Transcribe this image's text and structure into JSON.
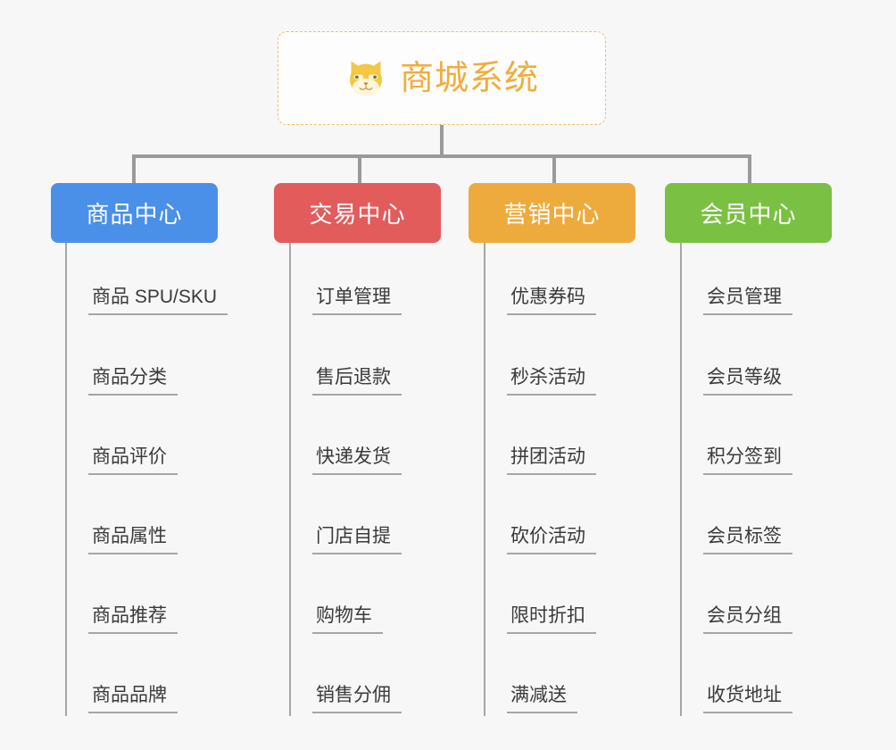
{
  "page": {
    "background_color": "#f7f7f7",
    "line_color": "#a6a6a6",
    "connector_color": "#9a9a9a"
  },
  "root": {
    "title": "商城系统",
    "icon": "shiba-dog-icon",
    "text_color": "#f0ad3c",
    "border_color": "#edbd6a",
    "background_color": "#fdfdfd"
  },
  "columns": [
    {
      "title": "商品中心",
      "color": "#4a90e8",
      "items": [
        "商品 SPU/SKU",
        "商品分类",
        "商品评价",
        "商品属性",
        "商品推荐",
        "商品品牌"
      ]
    },
    {
      "title": "交易中心",
      "color": "#e25c5c",
      "items": [
        "订单管理",
        "售后退款",
        "快递发货",
        "门店自提",
        "购物车",
        "销售分佣"
      ]
    },
    {
      "title": "营销中心",
      "color": "#eeab3d",
      "items": [
        "优惠券码",
        "秒杀活动",
        "拼团活动",
        "砍价活动",
        "限时折扣",
        "满减送"
      ]
    },
    {
      "title": "会员中心",
      "color": "#7ac143",
      "items": [
        "会员管理",
        "会员等级",
        "积分签到",
        "会员标签",
        "会员分组",
        "收货地址"
      ]
    }
  ]
}
